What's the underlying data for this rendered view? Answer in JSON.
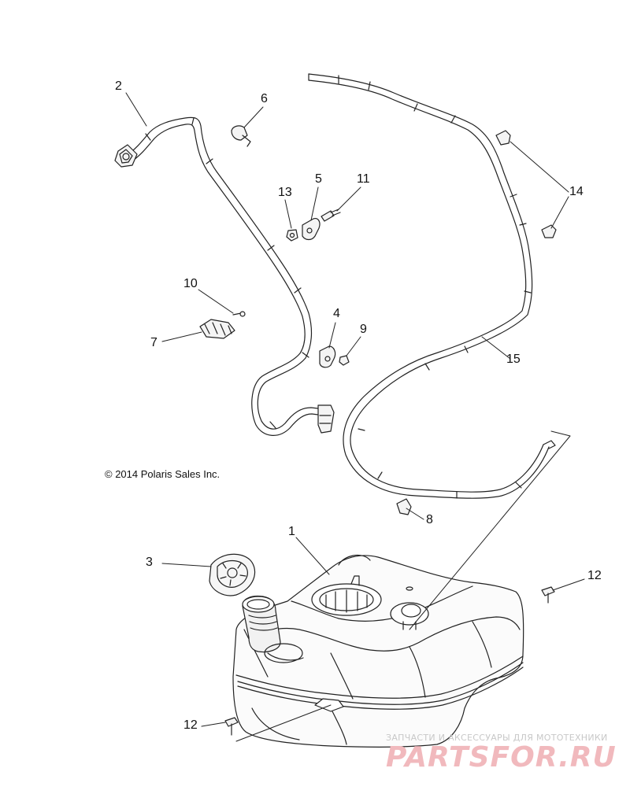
{
  "copyright": "© 2014 Polaris Sales Inc.",
  "watermark": {
    "line1": "ЗАПЧАСТИ И АКСЕССУАРЫ ДЛЯ МОТОТЕХНИКИ",
    "line2": "PARTSFOR.RU"
  },
  "callouts": {
    "c1": "1",
    "c2": "2",
    "c3": "3",
    "c4": "4",
    "c5": "5",
    "c6": "6",
    "c7": "7",
    "c8": "8",
    "c9": "9",
    "c10": "10",
    "c11": "11",
    "c12a": "12",
    "c12b": "12",
    "c13": "13",
    "c14": "14",
    "c15": "15"
  },
  "colors": {
    "line": "#222222",
    "watermark_text": "#f1b9bd",
    "watermark_small": "#c8c8c8"
  }
}
